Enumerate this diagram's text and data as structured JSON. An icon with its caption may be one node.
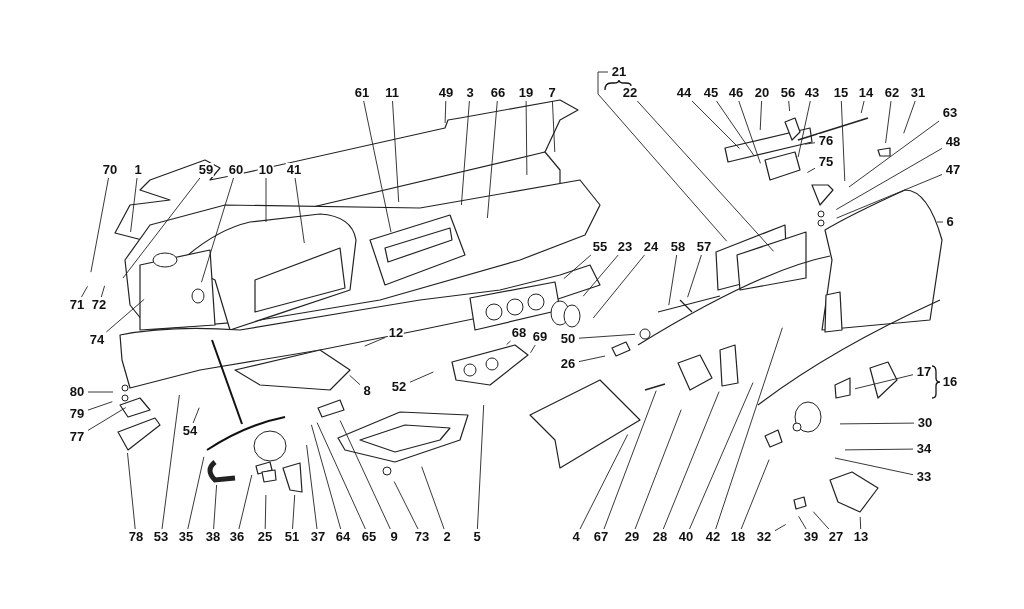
{
  "diagram": {
    "nodes": [
      {
        "text": [
          "61"
        ]
      },
      {
        "text": [
          "11"
        ]
      },
      {
        "text": [
          "49"
        ]
      },
      {
        "text": [
          "3"
        ]
      },
      {
        "text": [
          "66"
        ]
      },
      {
        "text": [
          "19"
        ]
      },
      {
        "text": [
          "7"
        ]
      },
      {
        "text": [
          "21"
        ]
      },
      {
        "text": [
          "22"
        ]
      },
      {
        "text": [
          "44"
        ]
      },
      {
        "text": [
          "45"
        ]
      },
      {
        "text": [
          "46"
        ]
      },
      {
        "text": [
          "20"
        ]
      },
      {
        "text": [
          "56"
        ]
      },
      {
        "text": [
          "43"
        ]
      },
      {
        "text": [
          "15"
        ]
      },
      {
        "text": [
          "14"
        ]
      },
      {
        "text": [
          "62"
        ]
      },
      {
        "text": [
          "31"
        ]
      },
      {
        "text": [
          "70"
        ]
      },
      {
        "text": [
          "1"
        ]
      },
      {
        "text": [
          "59"
        ]
      },
      {
        "text": [
          "60"
        ]
      },
      {
        "text": [
          "10"
        ]
      },
      {
        "text": [
          "41"
        ]
      },
      {
        "text": [
          "63"
        ]
      },
      {
        "text": [
          "76"
        ]
      },
      {
        "text": [
          "48"
        ]
      },
      {
        "text": [
          "75"
        ]
      },
      {
        "text": [
          "47"
        ]
      },
      {
        "text": [
          "6"
        ]
      },
      {
        "text": [
          "71"
        ]
      },
      {
        "text": [
          "72"
        ]
      },
      {
        "text": [
          "74"
        ]
      },
      {
        "text": [
          "55"
        ]
      },
      {
        "text": [
          "23"
        ]
      },
      {
        "text": [
          "24"
        ]
      },
      {
        "text": [
          "58"
        ]
      },
      {
        "text": [
          "57"
        ]
      },
      {
        "text": [
          "12"
        ]
      },
      {
        "text": [
          "68"
        ]
      },
      {
        "text": [
          "69"
        ]
      },
      {
        "text": [
          "50"
        ]
      },
      {
        "text": [
          "26"
        ]
      },
      {
        "text": [
          "8"
        ]
      },
      {
        "text": [
          "52"
        ]
      },
      {
        "text": [
          "80"
        ]
      },
      {
        "text": [
          "79"
        ]
      },
      {
        "text": [
          "77"
        ]
      },
      {
        "text": [
          "17"
        ]
      },
      {
        "text": [
          "54"
        ]
      },
      {
        "text": [
          "30"
        ]
      },
      {
        "text": [
          "34"
        ]
      },
      {
        "text": [
          "33"
        ]
      },
      {
        "text": [
          "78"
        ]
      },
      {
        "text": [
          "53"
        ]
      },
      {
        "text": [
          "35"
        ]
      },
      {
        "text": [
          "38"
        ]
      },
      {
        "text": [
          "36"
        ]
      },
      {
        "text": [
          "25"
        ]
      },
      {
        "text": [
          "51"
        ]
      },
      {
        "text": [
          "37"
        ]
      },
      {
        "text": [
          "64"
        ]
      },
      {
        "text": [
          "65"
        ]
      },
      {
        "text": [
          "9"
        ]
      },
      {
        "text": [
          "73"
        ]
      },
      {
        "text": [
          "2"
        ]
      },
      {
        "text": [
          "5"
        ]
      },
      {
        "text": [
          "4"
        ]
      },
      {
        "text": [
          "67"
        ]
      },
      {
        "text": [
          "29"
        ]
      },
      {
        "text": [
          "28"
        ]
      },
      {
        "text": [
          "40"
        ]
      },
      {
        "text": [
          "42"
        ]
      },
      {
        "text": [
          "18"
        ]
      },
      {
        "text": [
          "32"
        ]
      },
      {
        "text": [
          "39"
        ]
      },
      {
        "text": [
          "27"
        ]
      },
      {
        "text": [
          "13"
        ]
      },
      {
        "text": [
          "16"
        ]
      }
    ],
    "edges": [
      {
        "from": 0,
        "to": null,
        "arrow": "none"
      },
      {
        "from": 1,
        "to": null,
        "arrow": "none"
      },
      {
        "from": 2,
        "to": null,
        "arrow": "none"
      },
      {
        "from": 3,
        "to": null,
        "arrow": "none"
      },
      {
        "from": 4,
        "to": null,
        "arrow": "none"
      },
      {
        "from": 5,
        "to": null,
        "arrow": "none"
      },
      {
        "from": 6,
        "to": null,
        "arrow": "none"
      },
      {
        "from": 7,
        "to": null,
        "arrow": "none"
      },
      {
        "from": 8,
        "to": null,
        "arrow": "none"
      },
      {
        "from": 9,
        "to": null,
        "arrow": "none"
      },
      {
        "from": 10,
        "to": null,
        "arrow": "none"
      },
      {
        "from": 11,
        "to": null,
        "arrow": "none"
      },
      {
        "from": 12,
        "to": null,
        "arrow": "none"
      },
      {
        "from": 13,
        "to": null,
        "arrow": "none"
      },
      {
        "from": 14,
        "to": null,
        "arrow": "none"
      },
      {
        "from": 15,
        "to": null,
        "arrow": "none"
      },
      {
        "from": 16,
        "to": null,
        "arrow": "none"
      },
      {
        "from": 17,
        "to": null,
        "arrow": "none"
      },
      {
        "from": 18,
        "to": null,
        "arrow": "none"
      },
      {
        "from": 19,
        "to": null,
        "arrow": "none"
      },
      {
        "from": 20,
        "to": null,
        "arrow": "none"
      },
      {
        "from": 21,
        "to": null,
        "arrow": "none"
      },
      {
        "from": 22,
        "to": null,
        "arrow": "none"
      },
      {
        "from": 23,
        "to": null,
        "arrow": "none"
      },
      {
        "from": 24,
        "to": null,
        "arrow": "none"
      },
      {
        "from": 25,
        "to": null,
        "arrow": "none"
      },
      {
        "from": 26,
        "to": null,
        "arrow": "none"
      },
      {
        "from": 27,
        "to": null,
        "arrow": "none"
      },
      {
        "from": 28,
        "to": null,
        "arrow": "none"
      },
      {
        "from": 29,
        "to": null,
        "arrow": "none"
      },
      {
        "from": 30,
        "to": null,
        "arrow": "none"
      },
      {
        "from": 31,
        "to": null,
        "arrow": "none"
      },
      {
        "from": 32,
        "to": null,
        "arrow": "none"
      },
      {
        "from": 33,
        "to": null,
        "arrow": "none"
      },
      {
        "from": 34,
        "to": null,
        "arrow": "none"
      },
      {
        "from": 35,
        "to": null,
        "arrow": "none"
      },
      {
        "from": 36,
        "to": null,
        "arrow": "none"
      },
      {
        "from": 37,
        "to": null,
        "arrow": "none"
      },
      {
        "from": 38,
        "to": null,
        "arrow": "none"
      },
      {
        "from": 39,
        "to": null,
        "arrow": "none"
      },
      {
        "from": 40,
        "to": null,
        "arrow": "none"
      },
      {
        "from": 41,
        "to": null,
        "arrow": "none"
      },
      {
        "from": 42,
        "to": null,
        "arrow": "none"
      },
      {
        "from": 43,
        "to": null,
        "arrow": "none"
      },
      {
        "from": 44,
        "to": null,
        "arrow": "none"
      },
      {
        "from": 45,
        "to": null,
        "arrow": "none"
      },
      {
        "from": 46,
        "to": null,
        "arrow": "none"
      },
      {
        "from": 47,
        "to": null,
        "arrow": "none"
      },
      {
        "from": 48,
        "to": null,
        "arrow": "none"
      },
      {
        "from": 49,
        "to": null,
        "arrow": "none"
      },
      {
        "from": 50,
        "to": null,
        "arrow": "none"
      },
      {
        "from": 51,
        "to": null,
        "arrow": "none"
      },
      {
        "from": 52,
        "to": null,
        "arrow": "none"
      },
      {
        "from": 53,
        "to": null,
        "arrow": "none"
      },
      {
        "from": 54,
        "to": null,
        "arrow": "none"
      },
      {
        "from": 55,
        "to": null,
        "arrow": "none"
      },
      {
        "from": 56,
        "to": null,
        "arrow": "none"
      },
      {
        "from": 57,
        "to": null,
        "arrow": "none"
      },
      {
        "from": 58,
        "to": null,
        "arrow": "none"
      },
      {
        "from": 59,
        "to": null,
        "arrow": "none"
      },
      {
        "from": 60,
        "to": null,
        "arrow": "none"
      },
      {
        "from": 61,
        "to": null,
        "arrow": "none"
      },
      {
        "from": 62,
        "to": null,
        "arrow": "none"
      },
      {
        "from": 63,
        "to": null,
        "arrow": "none"
      },
      {
        "from": 64,
        "to": null,
        "arrow": "none"
      },
      {
        "from": 65,
        "to": null,
        "arrow": "none"
      },
      {
        "from": 66,
        "to": null,
        "arrow": "none"
      },
      {
        "from": 67,
        "to": null,
        "arrow": "none"
      },
      {
        "from": 68,
        "to": null,
        "arrow": "none"
      },
      {
        "from": 69,
        "to": null,
        "arrow": "none"
      },
      {
        "from": 70,
        "to": null,
        "arrow": "none"
      },
      {
        "from": 71,
        "to": null,
        "arrow": "none"
      },
      {
        "from": 72,
        "to": null,
        "arrow": "none"
      },
      {
        "from": 73,
        "to": null,
        "arrow": "none"
      },
      {
        "from": 74,
        "to": null,
        "arrow": "none"
      },
      {
        "from": 75,
        "to": null,
        "arrow": "none"
      },
      {
        "from": 76,
        "to": null,
        "arrow": "none"
      },
      {
        "from": 77,
        "to": null,
        "arrow": "none"
      },
      {
        "from": 78,
        "to": null,
        "arrow": "none"
      }
    ]
  }
}
